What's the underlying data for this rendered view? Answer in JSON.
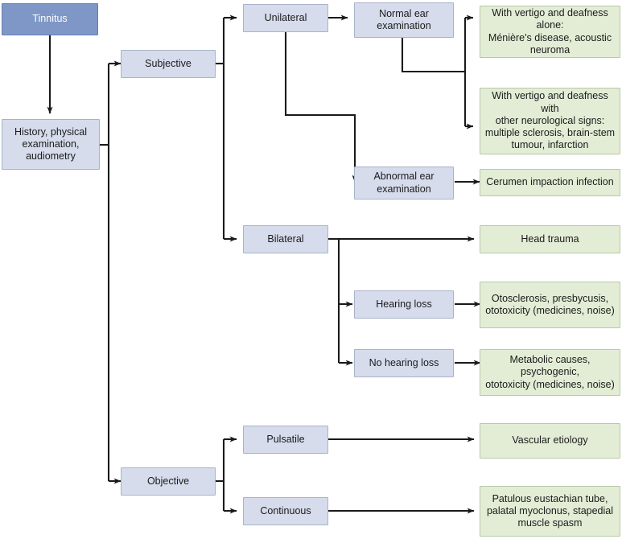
{
  "diagram": {
    "title": "Tinnitus diagnostic flowchart",
    "colors": {
      "root_fill": "#7e97c6",
      "root_text": "#ffffff",
      "process_fill": "#d6dcec",
      "process_border": "#a9b2c8",
      "outcome_fill": "#e3edd6",
      "outcome_border": "#b8c9a6",
      "edge": "#1a1a1a",
      "background": "#ffffff"
    },
    "nodes": {
      "root": "Tinnitus",
      "workup": "History, physical\nexamination,\naudiometry",
      "subjective": "Subjective",
      "objective": "Objective",
      "unilateral": "Unilateral",
      "bilateral": "Bilateral",
      "normal_ear": "Normal ear\nexamination",
      "abnormal_ear": "Abnormal ear\nexamination",
      "hearing_loss": "Hearing loss",
      "no_hearing_loss": "No hearing loss",
      "pulsatile": "Pulsatile",
      "continuous": "Continuous",
      "out_vertigo_alone": "With vertigo and deafness alone:\nMénière's disease, acoustic\nneuroma",
      "out_vertigo_neuro": "With vertigo and deafness with\nother neurological signs:\nmultiple sclerosis, brain-stem\ntumour, infarction",
      "out_cerumen": "Cerumen impaction infection",
      "out_head_trauma": "Head trauma",
      "out_otosclerosis": "Otosclerosis, presbycusis,\nototoxicity (medicines, noise)",
      "out_metabolic": "Metabolic causes, psychogenic,\nototoxicity (medicines, noise)",
      "out_vascular": "Vascular etiology",
      "out_patulous": "Patulous eustachian tube,\npalatal myoclonus, stapedial\nmuscle spasm"
    }
  }
}
